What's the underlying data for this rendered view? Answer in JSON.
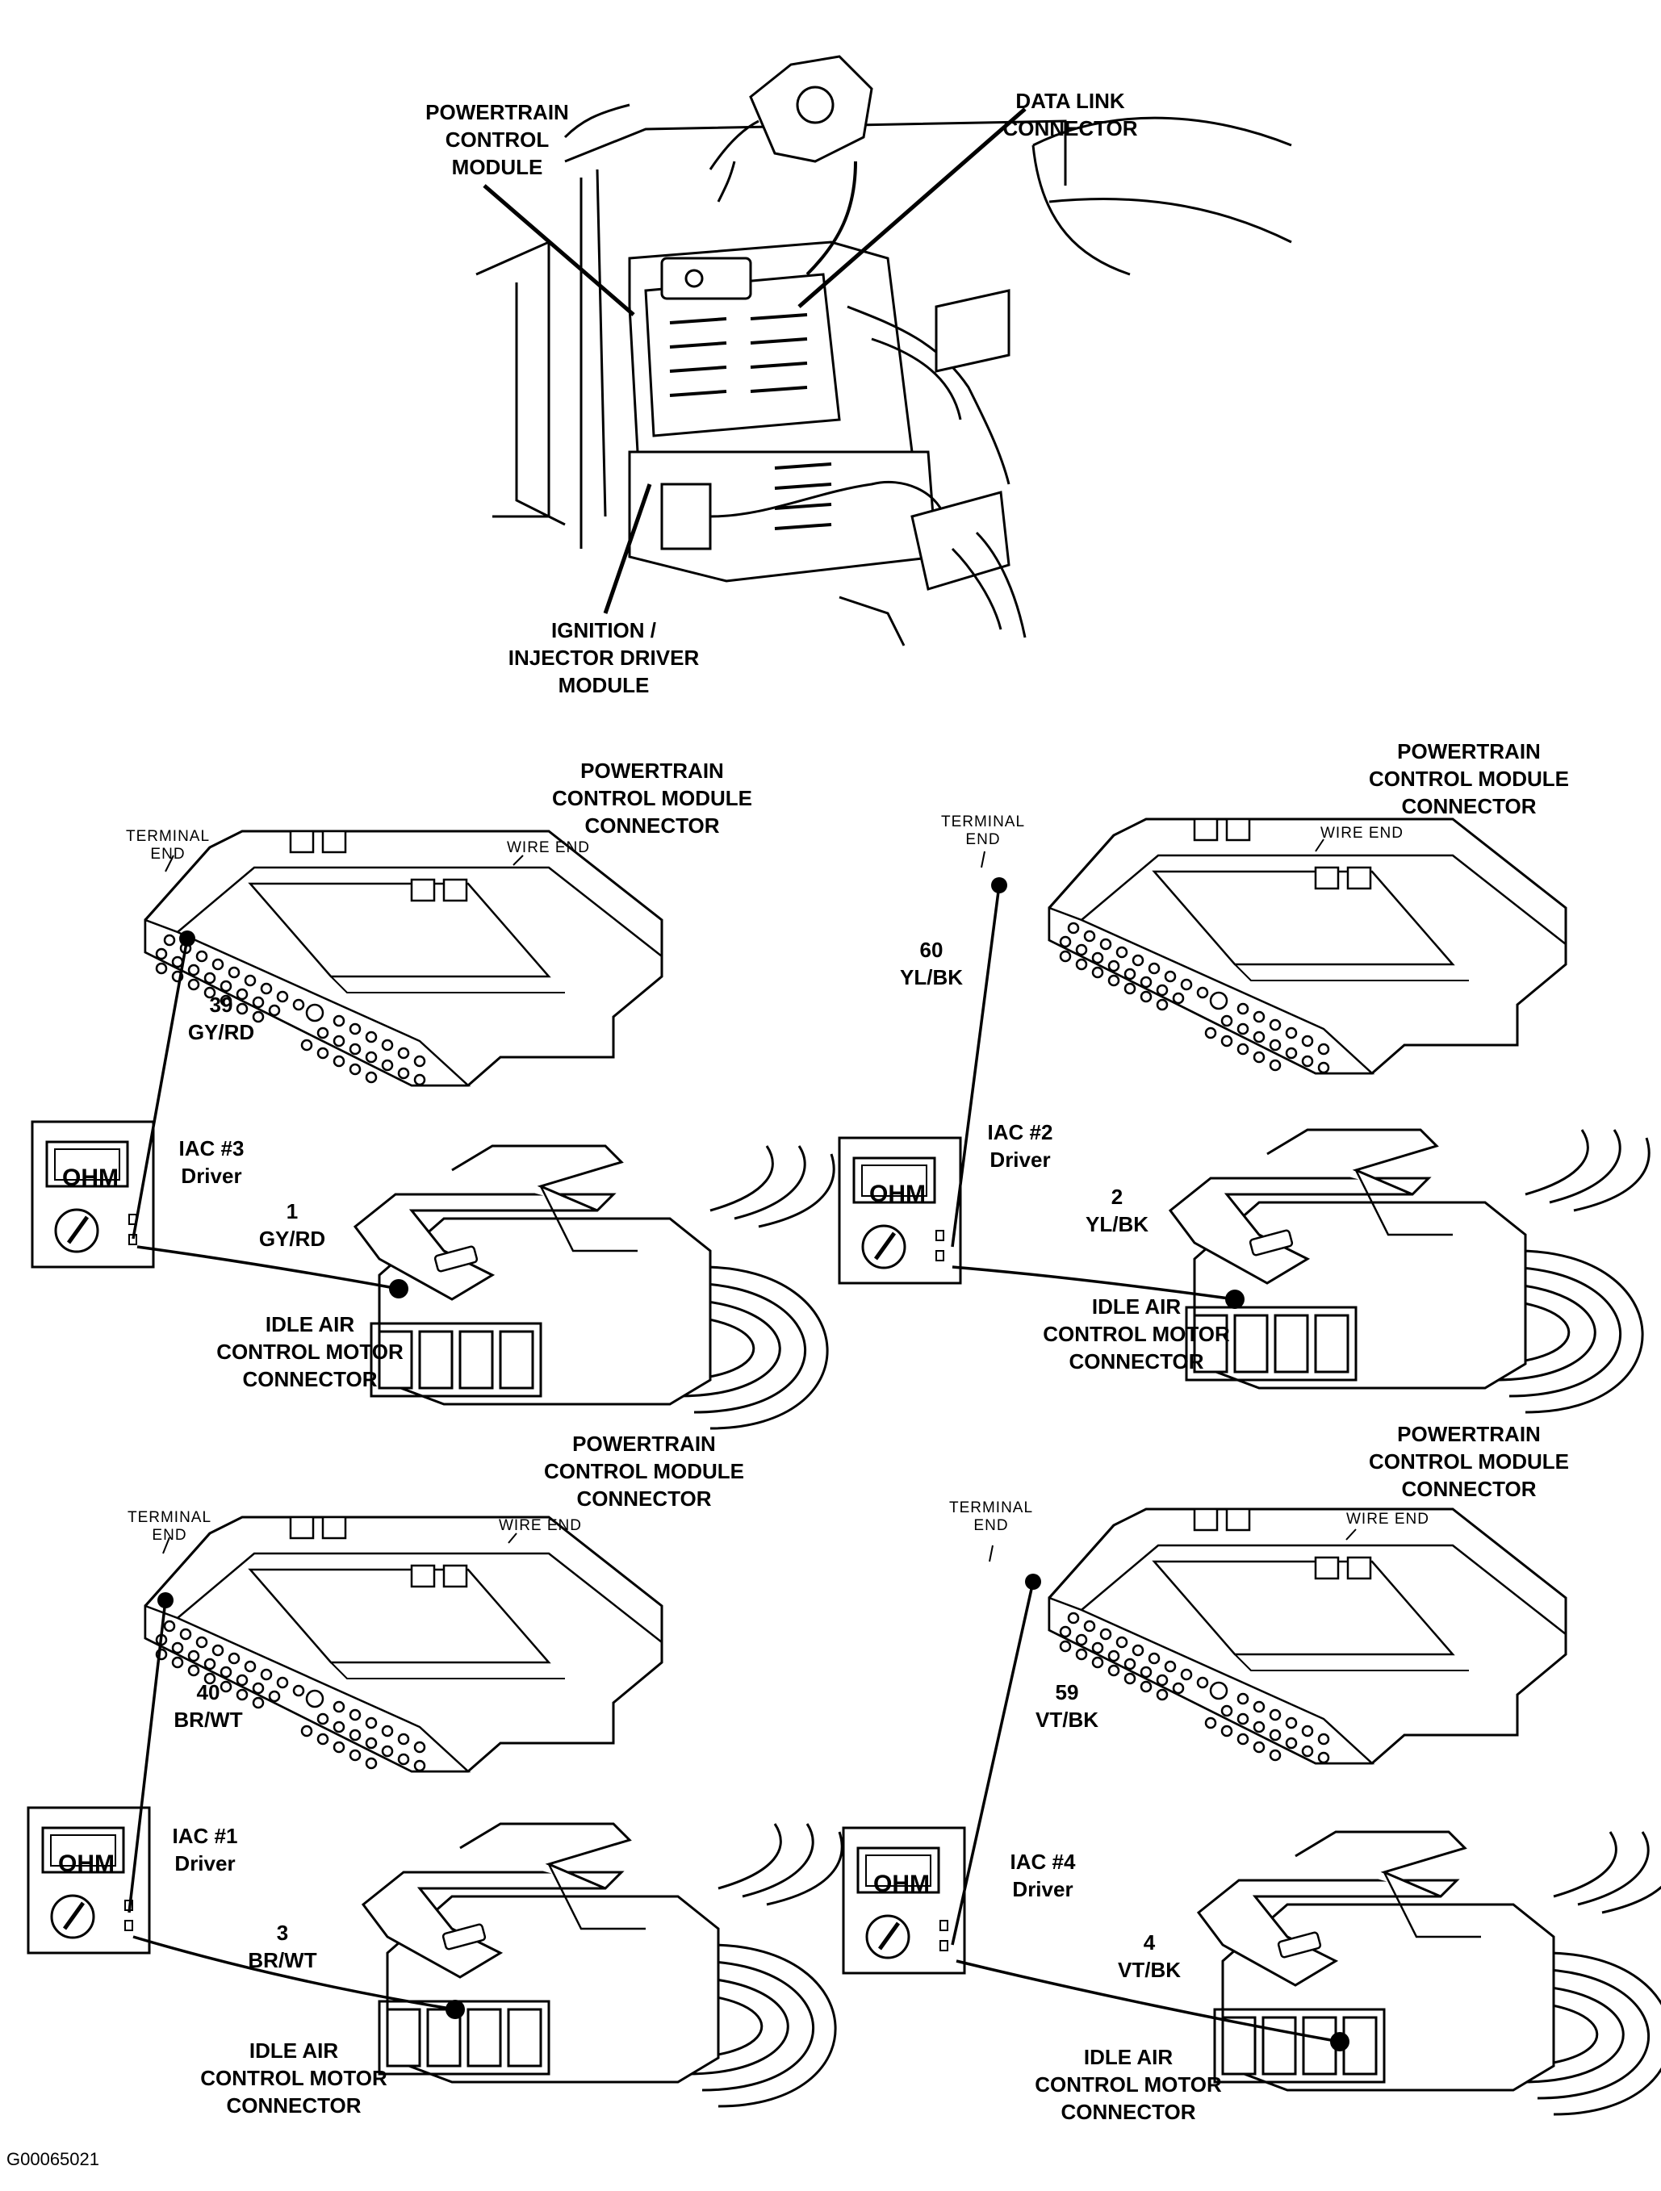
{
  "figure_id": "G00065021",
  "top_view": {
    "pcm_label": "POWERTRAIN\nCONTROL\nMODULE",
    "dlc_label": "DATA LINK\nCONNECTOR",
    "ignition_label": "IGNITION /\nINJECTOR DRIVER\nMODULE"
  },
  "panels": [
    {
      "pcm_connector_label": "POWERTRAIN\nCONTROL MODULE\nCONNECTOR",
      "terminal_end": "TERMINAL\nEND",
      "wire_end": "WIRE END",
      "pcm_pin": "39\nGY/RD",
      "driver": "IAC #3\nDriver",
      "iac_pin": "1\nGY/RD",
      "iac_connector_label": "IDLE AIR\nCONTROL MOTOR\nCONNECTOR",
      "meter": "OHM"
    },
    {
      "pcm_connector_label": "POWERTRAIN\nCONTROL MODULE\nCONNECTOR",
      "terminal_end": "TERMINAL\nEND",
      "wire_end": "WIRE END",
      "pcm_pin": "60\nYL/BK",
      "driver": "IAC #2\nDriver",
      "iac_pin": "2\nYL/BK",
      "iac_connector_label": "IDLE AIR\nCONTROL MOTOR\nCONNECTOR",
      "meter": "OHM"
    },
    {
      "pcm_connector_label": "POWERTRAIN\nCONTROL MODULE\nCONNECTOR",
      "terminal_end": "TERMINAL\nEND",
      "wire_end": "WIRE END",
      "pcm_pin": "40\nBR/WT",
      "driver": "IAC #1\nDriver",
      "iac_pin": "3\nBR/WT",
      "iac_connector_label": "IDLE AIR\nCONTROL MOTOR\nCONNECTOR",
      "meter": "OHM"
    },
    {
      "pcm_connector_label": "POWERTRAIN\nCONTROL MODULE\nCONNECTOR",
      "terminal_end": "TERMINAL\nEND",
      "wire_end": "WIRE END",
      "pcm_pin": "59\nVT/BK",
      "driver": "IAC #4\nDriver",
      "iac_pin": "4\nVT/BK",
      "iac_connector_label": "IDLE AIR\nCONTROL MOTOR\nCONNECTOR",
      "meter": "OHM"
    }
  ]
}
